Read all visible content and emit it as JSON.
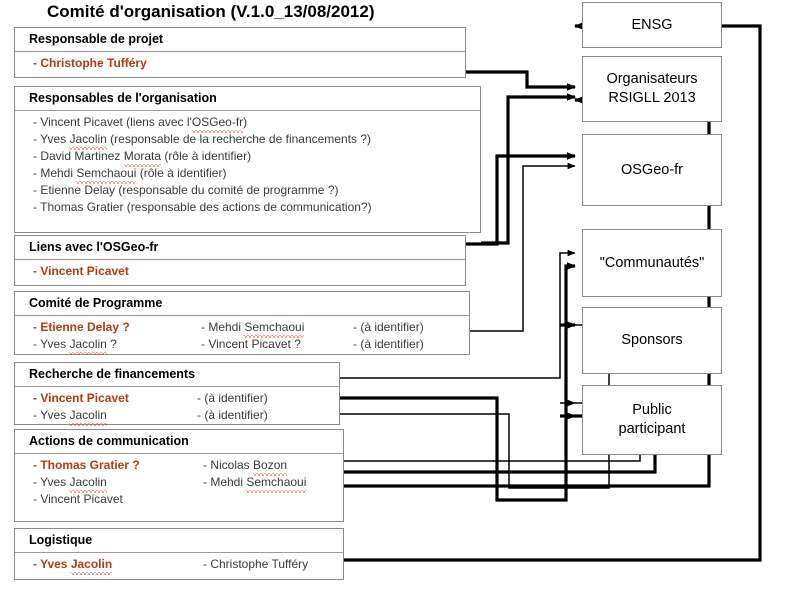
{
  "diagram": {
    "title": "Comité d'organisation (V.1.0_13/08/2012)",
    "accent_red": "#b33a12",
    "box_border": "#8a8a8a",
    "type": "org-chart"
  },
  "groups": [
    {
      "id": "responsable-de-projet",
      "header": "Responsable de projet",
      "rows": [
        {
          "text": "- Christophe Tufféry",
          "red": true
        }
      ]
    },
    {
      "id": "responsables-de-l-organisation",
      "header": "Responsables de l'organisation",
      "rows": [
        {
          "text": "- Vincent Picavet (liens avec l'OSGeo-fr)",
          "red": false
        },
        {
          "text": "- Yves Jacolin (responsable de la recherche de financements ?)",
          "red": false
        },
        {
          "text": "- David Martinez Morata (rôle à identifier)",
          "red": false
        },
        {
          "text": "- Mehdi Semchaoui (rôle à identifier)",
          "red": false
        },
        {
          "text": "- Etienne Delay (responsable du comité de programme ?)",
          "red": false
        },
        {
          "text": "- Thomas Gratier (responsable des actions de communication?)",
          "red": false
        }
      ]
    },
    {
      "id": "liens-avec-l-osgeo-fr",
      "header": "Liens avec l'OSGeo-fr",
      "rows": [
        {
          "text": "- Vincent Picavet",
          "red": true
        }
      ]
    },
    {
      "id": "comite-de-programme",
      "header": "Comité de Programme",
      "columns": [
        [
          {
            "text": "- Etienne Delay  ?",
            "red": true
          },
          {
            "text": "- Yves Jacolin ?",
            "red": false
          }
        ],
        [
          {
            "text": "- Mehdi Semchaoui",
            "red": false
          },
          {
            "text": "- Vincent Picavet ?",
            "red": false
          }
        ],
        [
          {
            "text": "- (à identifier)",
            "red": false
          },
          {
            "text": "- (à identifier)",
            "red": false
          }
        ]
      ]
    },
    {
      "id": "recherche-de-financements",
      "header": "Recherche de financements",
      "columns": [
        [
          {
            "text": "- Vincent Picavet",
            "red": true
          },
          {
            "text": "- Yves Jacolin",
            "red": false
          }
        ],
        [
          {
            "text": "- (à identifier)",
            "red": false
          },
          {
            "text": "- (à identifier)",
            "red": false
          }
        ]
      ]
    },
    {
      "id": "actions-de-communication",
      "header": "Actions de communication",
      "columns": [
        [
          {
            "text": "- Thomas Gratier ?",
            "red": true
          },
          {
            "text": "- Yves Jacolin",
            "red": false
          },
          {
            "text": "- Vincent Picavet",
            "red": false
          }
        ],
        [
          {
            "text": "- Nicolas Bozon",
            "red": false
          },
          {
            "text": "- Mehdi Semchaoui",
            "red": false
          }
        ]
      ]
    },
    {
      "id": "logistique",
      "header": "Logistique",
      "columns": [
        [
          {
            "text": "- Yves Jacolin",
            "red": true
          }
        ],
        [
          {
            "text": "- Christophe Tufféry",
            "red": false
          }
        ]
      ]
    }
  ],
  "targets": [
    {
      "id": "ensg",
      "label": "ENSG"
    },
    {
      "id": "organisateurs",
      "label": "Organisateurs\nRSIGLL  2013"
    },
    {
      "id": "osgeo-fr",
      "label": "OSGeo-fr"
    },
    {
      "id": "communautes",
      "label": "\"Communautés\""
    },
    {
      "id": "sponsors",
      "label": "Sponsors"
    },
    {
      "id": "public-participant",
      "label": "Public\nparticipant"
    }
  ]
}
